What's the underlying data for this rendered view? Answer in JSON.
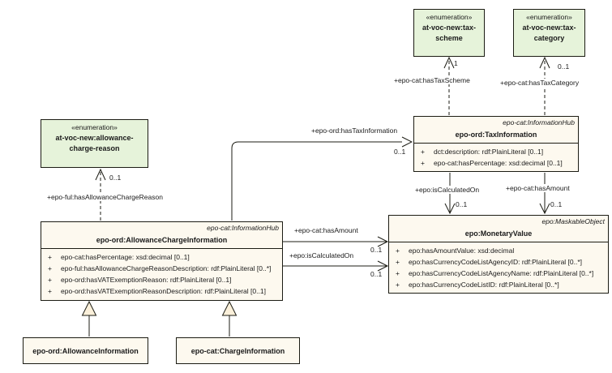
{
  "colors": {
    "background": "#ffffff",
    "enum_fill": "#e6f3da",
    "class_fill": "#fdf9ef",
    "triangle_fill": "#fbf0da",
    "line": "#1c1c14"
  },
  "classes": {
    "taxScheme": {
      "stereotype": "«enumeration»",
      "name": "at-voc-new:tax-scheme"
    },
    "taxCategory": {
      "stereotype": "«enumeration»",
      "name": "at-voc-new:tax-category"
    },
    "allowanceChargeReason": {
      "stereotype": "«enumeration»",
      "name": "at-voc-new:allowance-charge-reason"
    },
    "taxInformation": {
      "stereotype": "epo-cat:InformationHub",
      "name": "epo-ord:TaxInformation",
      "attributes": [
        {
          "vis": "+",
          "text": "dct:description: rdf:PlainLiteral [0..1]"
        },
        {
          "vis": "+",
          "text": "epo-cat:hasPercentage: xsd:decimal [0..1]"
        }
      ]
    },
    "monetaryValue": {
      "stereotype": "epo:MaskableObject",
      "name": "epo:MonetaryValue",
      "attributes": [
        {
          "vis": "+",
          "text": "epo:hasAmountValue: xsd:decimal"
        },
        {
          "vis": "+",
          "text": "epo:hasCurrencyCodeListAgencyID: rdf:PlainLiteral [0..*]"
        },
        {
          "vis": "+",
          "text": "epo:hasCurrencyCodeListAgencyName: rdf:PlainLiteral [0..*]"
        },
        {
          "vis": "+",
          "text": "epo:hasCurrencyCodeListID: rdf:PlainLiteral [0..*]"
        }
      ]
    },
    "allowanceChargeInformation": {
      "stereotype": "epo-cat:InformationHub",
      "name": "epo-ord:AllowanceChargeInformation",
      "attributes": [
        {
          "vis": "+",
          "text": "epo-cat:hasPercentage: xsd:decimal [0..1]"
        },
        {
          "vis": "+",
          "text": "epo-ful:hasAllowanceChargeReasonDescription: rdf:PlainLiteral [0..*]"
        },
        {
          "vis": "+",
          "text": "epo-ord:hasVATExemptionReason: rdf:PlainLiteral [0..1]"
        },
        {
          "vis": "+",
          "text": "epo-ord:hasVATExemptionReasonDescription: rdf:PlainLiteral [0..1]"
        }
      ]
    },
    "allowanceInformation": {
      "name": "epo-ord:AllowanceInformation"
    },
    "chargeInformation": {
      "name": "epo-cat:ChargeInformation"
    }
  },
  "associations": {
    "hasAllowanceChargeReason": {
      "label": "+epo-ful:hasAllowanceChargeReason",
      "multiplicity": "0..1"
    },
    "hasTaxInformation": {
      "label": "+epo-ord:hasTaxInformation",
      "multiplicity": "0..1"
    },
    "hasTaxScheme": {
      "label": "+epo-cat:hasTaxScheme",
      "multiplicity": "1"
    },
    "hasTaxCategory": {
      "label": "+epo-cat:hasTaxCategory",
      "multiplicity": "0..1"
    },
    "taxIsCalculatedOn": {
      "label": "+epo:isCalculatedOn",
      "multiplicity": "0..1"
    },
    "taxHasAmount": {
      "label": "+epo-cat:hasAmount",
      "multiplicity": "0..1"
    },
    "allowanceHasAmount": {
      "label": "+epo-cat:hasAmount",
      "multiplicity": "0..1"
    },
    "allowanceIsCalculatedOn": {
      "label": "+epo:isCalculatedOn",
      "multiplicity": "0..1"
    }
  }
}
